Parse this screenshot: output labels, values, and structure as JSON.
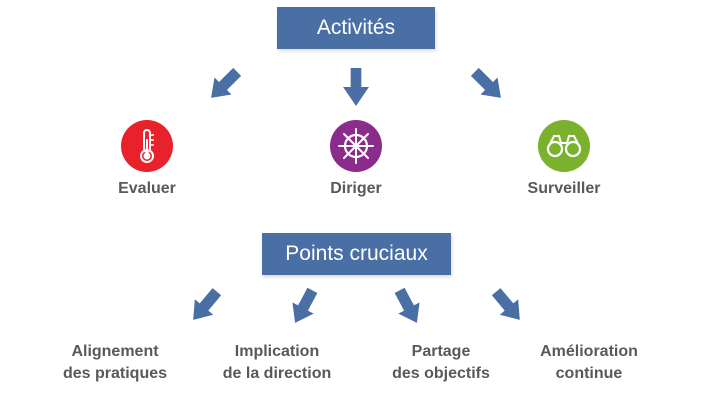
{
  "activities_header": "Activités",
  "activities": [
    {
      "label": "Evaluer",
      "icon": "thermometer-icon",
      "color": "#E8212B"
    },
    {
      "label": "Diriger",
      "icon": "ship-wheel-icon",
      "color": "#8B2C8C"
    },
    {
      "label": "Surveiller",
      "icon": "binoculars-icon",
      "color": "#7AB22E"
    }
  ],
  "points_header": "Points cruciaux",
  "points": [
    {
      "line1": "Alignement",
      "line2": "des pratiques"
    },
    {
      "line1": "Implication",
      "line2": "de la direction"
    },
    {
      "line1": "Partage",
      "line2": "des objectifs"
    },
    {
      "line1": "Amélioration",
      "line2": "continue"
    }
  ],
  "colors": {
    "box": "#4A6FA5",
    "arrow": "#4A6FA5",
    "label": "#595959"
  }
}
